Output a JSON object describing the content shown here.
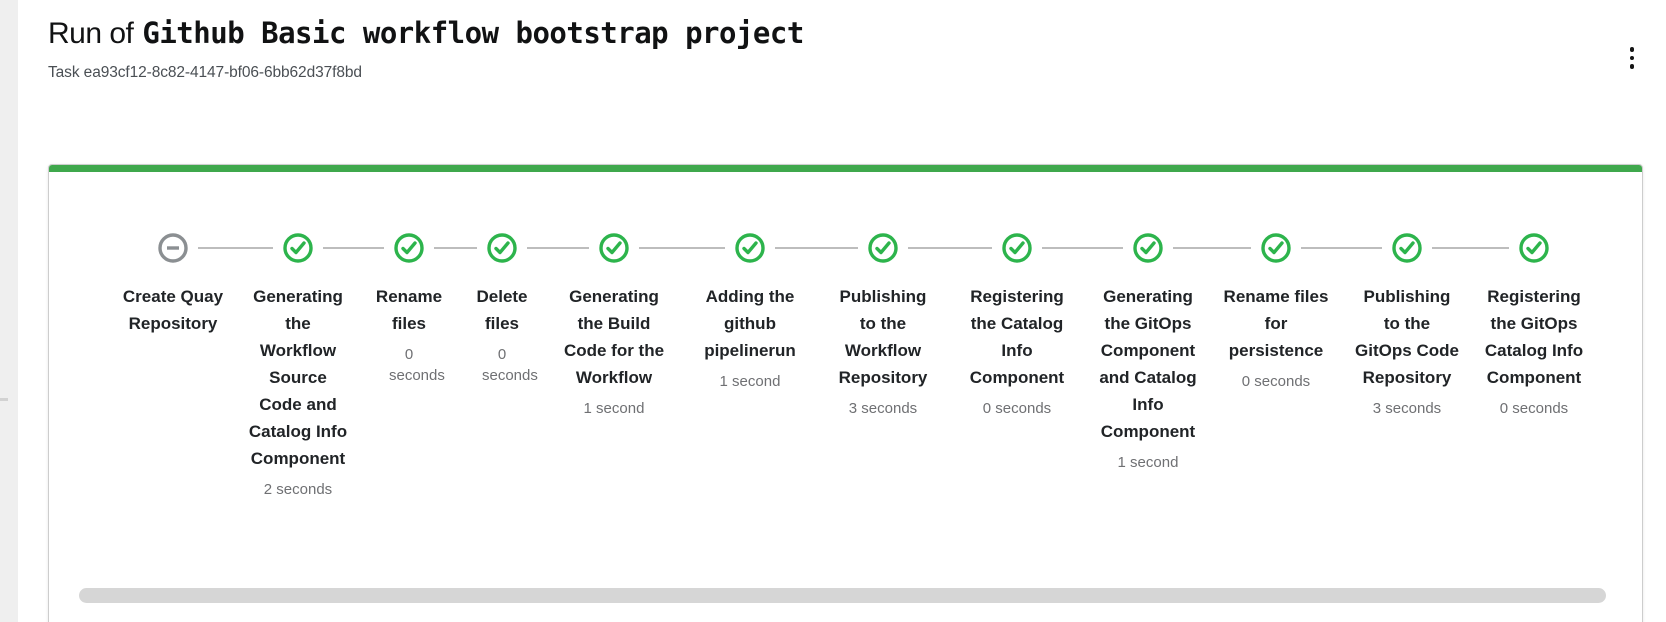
{
  "header": {
    "title_prefix": "Run of",
    "template_name": "Github Basic workflow bootstrap project",
    "task_id": "Task ea93cf12-8c82-4147-bf06-6bb62d37f8bd"
  },
  "menu": {
    "kebab_icon": "vertical-ellipsis"
  },
  "colors": {
    "success_green": "#2db44c",
    "card_top_border": "#3fa84c",
    "pending_gray": "#8b8f92",
    "connector_gray": "#bdbdbd",
    "label_color": "#212427",
    "duration_color": "#6f7073"
  },
  "stepper": {
    "steps": [
      {
        "name": "Create Quay Repository",
        "duration": "",
        "status": "pending"
      },
      {
        "name": "Generating the Workflow Source Code and Catalog Info Component",
        "duration": "2 seconds",
        "status": "completed"
      },
      {
        "name": "Rename files",
        "duration": "0 seconds",
        "status": "completed"
      },
      {
        "name": "Delete files",
        "duration": "0 seconds",
        "status": "completed"
      },
      {
        "name": "Generating the Build Code for the Workflow",
        "duration": "1 second",
        "status": "completed"
      },
      {
        "name": "Adding the github pipelinerun",
        "duration": "1 second",
        "status": "completed"
      },
      {
        "name": "Publishing to the Workflow Repository",
        "duration": "3 seconds",
        "status": "completed"
      },
      {
        "name": "Registering the Catalog Info Component",
        "duration": "0 seconds",
        "status": "completed"
      },
      {
        "name": "Generating the GitOps Component and Catalog Info Component",
        "duration": "1 second",
        "status": "completed"
      },
      {
        "name": "Rename files for persistence",
        "duration": "0 seconds",
        "status": "completed"
      },
      {
        "name": "Publishing to the GitOps Code Repository",
        "duration": "3 seconds",
        "status": "completed"
      },
      {
        "name": "Registering the GitOps Catalog Info Component",
        "duration": "0 seconds",
        "status": "completed"
      }
    ]
  }
}
